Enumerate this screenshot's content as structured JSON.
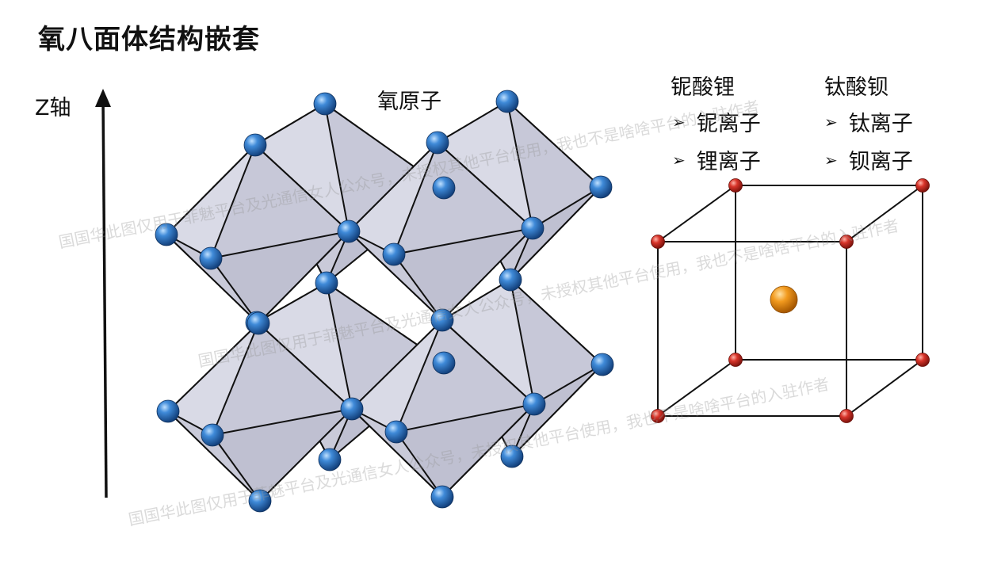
{
  "title": "氧八面体结构嵌套",
  "axis_label": "Z轴",
  "oxygen_label": "氧原子",
  "legend": {
    "col1": {
      "header": "铌酸锂",
      "items": [
        "铌离子",
        "锂离子"
      ]
    },
    "col2": {
      "header": "钛酸钡",
      "items": [
        "钛离子",
        "钡离子"
      ]
    }
  },
  "bullet_glyph": "➢",
  "watermarks": [
    "国国华此图仅用于菲魅平台及光通信女人公众号，未授权其他平台使用，我也不是啥啥平台的入驻作者",
    "国国华此图仅用于菲魅平台及光通信女人公众号，未授权其他平台使用，我也不是啥啥平台的入驻作者",
    "国国华此图仅用于菲魅平台及光通信女人公众号，未授权其他平台使用，我也不是啥啥平台的入驻作者"
  ],
  "colors": {
    "octahedron_face": "#cfd0de",
    "oxygen_atom": "#2f73c4",
    "corner_atom": "#d8342a",
    "center_atom": "#f29a1e"
  }
}
